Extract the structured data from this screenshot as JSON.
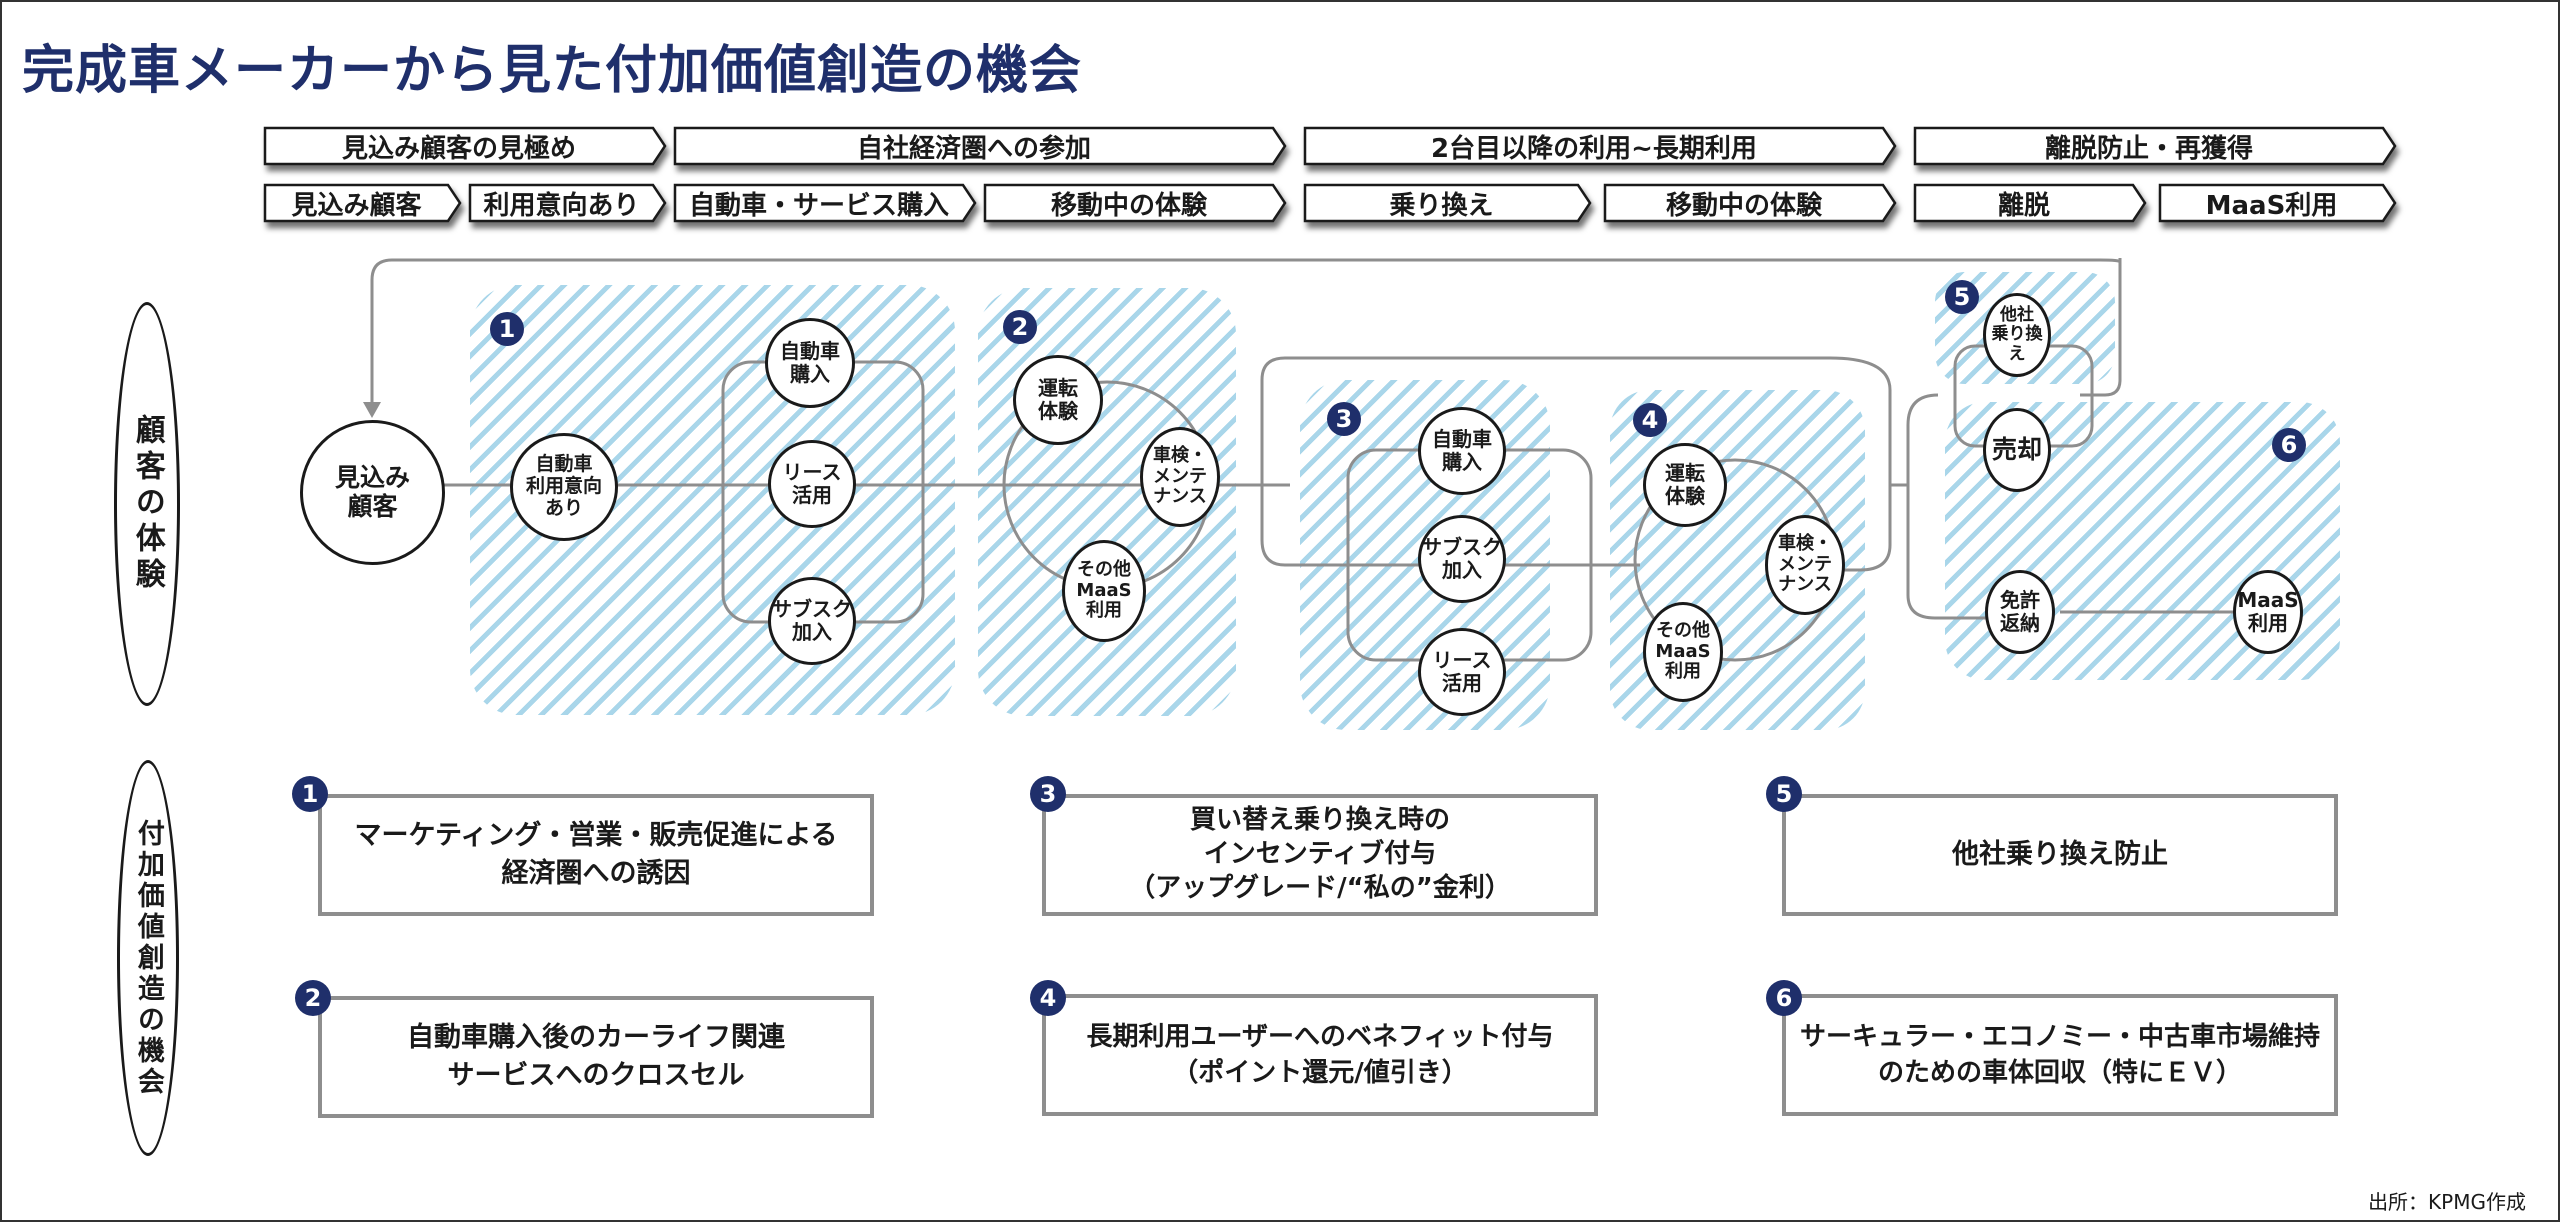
{
  "title": "完成車メーカーから見た付加価値創造の機会",
  "stages_top": [
    {
      "label": "見込み顧客の見極め"
    },
    {
      "label": "自社経済圏への参加"
    },
    {
      "label": "2台目以降の利用~長期利用"
    },
    {
      "label": "離脱防止・再獲得"
    }
  ],
  "stages_sub": [
    {
      "label": "見込み顧客"
    },
    {
      "label": "利用意向あり"
    },
    {
      "label": "自動車・サービス購入"
    },
    {
      "label": "移動中の体験"
    },
    {
      "label": "乗り換え"
    },
    {
      "label": "移動中の体験"
    },
    {
      "label": "離脱"
    },
    {
      "label": "MaaS利用"
    }
  ],
  "side_labels": {
    "experience": "顧客の体験",
    "opportunity": "付加価値創造の機会"
  },
  "journey": {
    "start_node": "見込み\n顧客",
    "zones": [
      {
        "badge": "1",
        "nodes": [
          "自動車\n利用意向\nあり",
          "自動車\n購入",
          "リース\n活用",
          "サブスク\n加入"
        ]
      },
      {
        "badge": "2",
        "nodes": [
          "運転\n体験",
          "車検・\nメンテ\nナンス",
          "その他\nMaaS\n利用"
        ]
      },
      {
        "badge": "3",
        "nodes": [
          "自動車\n購入",
          "サブスク\n加入",
          "リース\n活用"
        ]
      },
      {
        "badge": "4",
        "nodes": [
          "運転\n体験",
          "車検・\nメンテ\nナンス",
          "その他\nMaaS\n利用"
        ]
      },
      {
        "badge": "5",
        "nodes": [
          "他社\n乗り換え"
        ]
      },
      {
        "badge": "6",
        "nodes": [
          "売却",
          "免許\n返納",
          "MaaS\n利用"
        ]
      }
    ]
  },
  "opportunities": [
    {
      "badge": "1",
      "text": "マーケティング・営業・販売促進による\n経済圏への誘因"
    },
    {
      "badge": "2",
      "text": "自動車購入後のカーライフ関連\nサービスへのクロスセル"
    },
    {
      "badge": "3",
      "text": "買い替え乗り換え時の\nインセンティブ付与\n（アップグレード/“私の”金利）"
    },
    {
      "badge": "4",
      "text": "長期利用ユーザーへのベネフィット付与\n（ポイント還元/値引き）"
    },
    {
      "badge": "5",
      "text": "他社乗り換え防止"
    },
    {
      "badge": "6",
      "text": "サーキュラー・エコノミー・中古車市場維持\nのための車体回収（特にＥＶ）"
    }
  ],
  "source": "出所：KPMG作成",
  "colors": {
    "title": "#1f2f6b",
    "badge": "#1f2f6b",
    "hatch": "#a9d6ea",
    "connector": "#8e8e8e",
    "box_border": "#8e8e8e"
  }
}
